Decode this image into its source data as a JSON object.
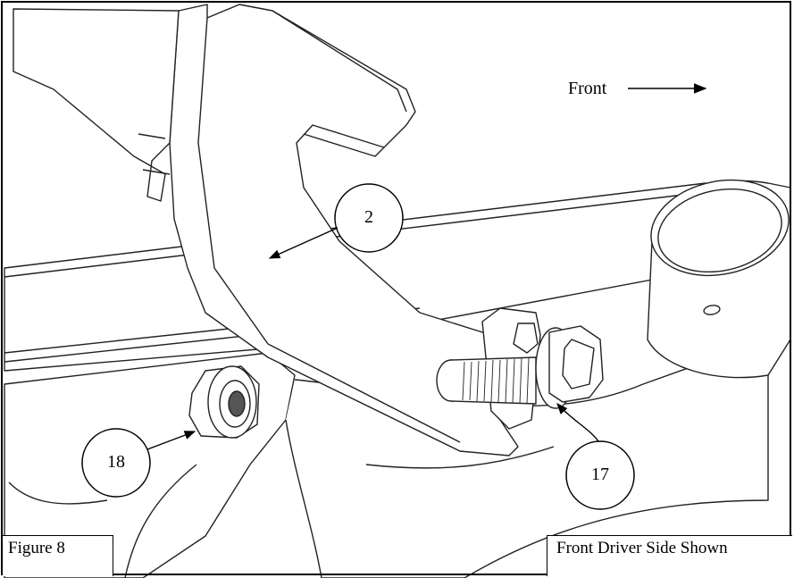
{
  "orientation": {
    "label": "Front"
  },
  "callouts": [
    {
      "number": "2"
    },
    {
      "number": "18"
    },
    {
      "number": "17"
    }
  ],
  "figure_label": "Figure 8",
  "view_note": "Front Driver Side Shown"
}
